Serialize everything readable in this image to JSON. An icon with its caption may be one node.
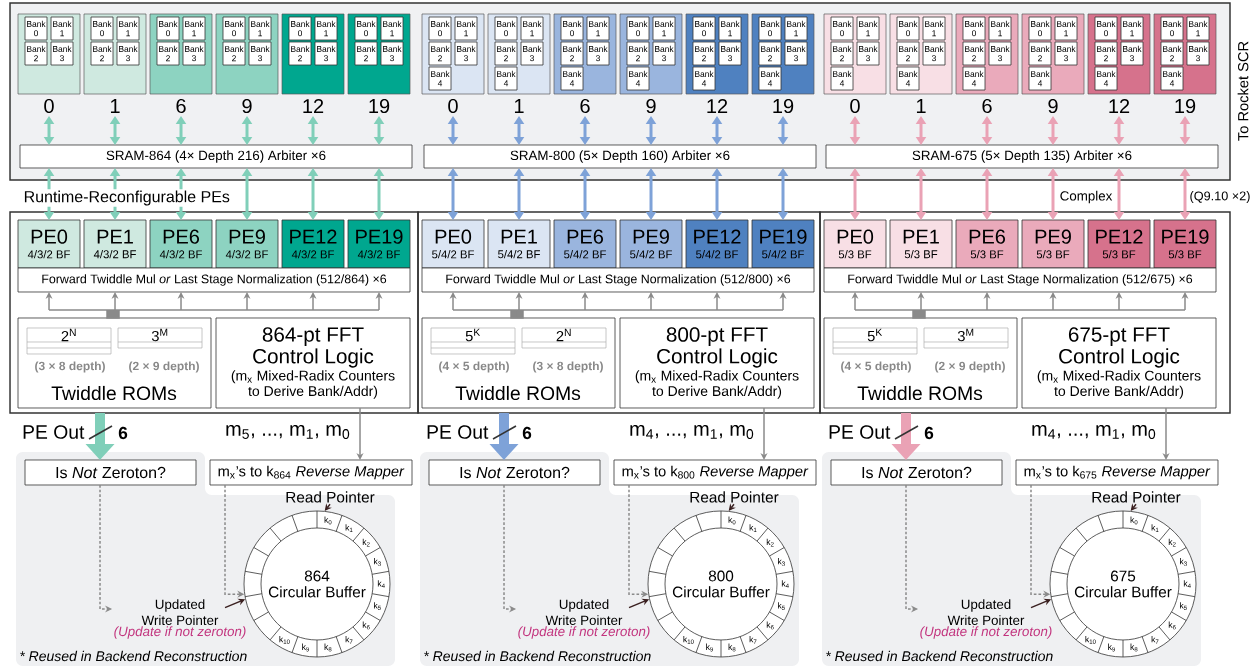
{
  "diagram": {
    "nodes": [
      {
        "text": [],
        "shape": "box",
        "beside": [
          "To Rocket SCR"
        ]
      },
      {
        "text": [],
        "shape": "box",
        "beside": [
          "0"
        ],
        "in": 0
      },
      {
        "text": [
          "Bank 0"
        ],
        "in": 1
      },
      {
        "text": [
          "Bank 1"
        ],
        "in": 1
      },
      {
        "text": [
          "Bank 2"
        ],
        "in": 1
      },
      {
        "text": [
          "Bank 3"
        ],
        "in": 1
      },
      {
        "text": [],
        "shape": "box",
        "beside": [
          "1"
        ],
        "in": 0
      },
      {
        "text": [
          "Bank 0"
        ],
        "in": 6
      },
      {
        "text": [
          "Bank 1"
        ],
        "in": 6
      },
      {
        "text": [
          "Bank 2"
        ],
        "in": 6
      },
      {
        "text": [
          "Bank 3"
        ],
        "in": 6
      },
      {
        "text": [],
        "shape": "box",
        "beside": [
          "6"
        ],
        "in": 0
      },
      {
        "text": [
          "Bank 0"
        ],
        "in": 11
      },
      {
        "text": [
          "Bank 1"
        ],
        "in": 11
      },
      {
        "text": [
          "Bank 2"
        ],
        "in": 11
      },
      {
        "text": [
          "Bank 3"
        ],
        "in": 11
      },
      {
        "text": [],
        "shape": "box",
        "beside": [
          "9"
        ],
        "in": 0
      },
      {
        "text": [
          "Bank 0"
        ],
        "in": 16
      },
      {
        "text": [
          "Bank 1"
        ],
        "in": 16
      },
      {
        "text": [
          "Bank 2"
        ],
        "in": 16
      },
      {
        "text": [
          "Bank 3"
        ],
        "in": 16
      },
      {
        "text": [],
        "shape": "box",
        "beside": [
          "12"
        ],
        "in": 0
      },
      {
        "text": [
          "Bank 0"
        ],
        "in": 21
      },
      {
        "text": [
          "Bank 1"
        ],
        "in": 21
      },
      {
        "text": [
          "Bank 2"
        ],
        "in": 21
      },
      {
        "text": [
          "Bank 3"
        ],
        "in": 21
      },
      {
        "text": [],
        "shape": "box",
        "beside": [
          "19"
        ],
        "in": 0
      },
      {
        "text": [
          "Bank 0"
        ],
        "in": 26
      },
      {
        "text": [
          "Bank 1"
        ],
        "in": 26
      },
      {
        "text": [
          "Bank 2"
        ],
        "in": 26
      },
      {
        "text": [
          "Bank 3"
        ],
        "in": 26
      },
      {
        "text": [
          "SRAM-864 (4× Depth 216) Arbiter ×6"
        ],
        "in": 0
      },
      {
        "text": [],
        "shape": "box",
        "beside": [
          "0"
        ],
        "in": 0
      },
      {
        "text": [
          "Bank 0"
        ],
        "in": 32
      },
      {
        "text": [
          "Bank 1"
        ],
        "in": 32
      },
      {
        "text": [
          "Bank 2"
        ],
        "in": 32
      },
      {
        "text": [
          "Bank 3"
        ],
        "in": 32
      },
      {
        "text": [
          "Bank 4"
        ],
        "in": 32
      },
      {
        "text": [],
        "shape": "box",
        "beside": [
          "1"
        ],
        "in": 0
      },
      {
        "text": [
          "Bank 0"
        ],
        "in": 38
      },
      {
        "text": [
          "Bank 1"
        ],
        "in": 38
      },
      {
        "text": [
          "Bank 2"
        ],
        "in": 38
      },
      {
        "text": [
          "Bank 3"
        ],
        "in": 38
      },
      {
        "text": [
          "Bank 4"
        ],
        "in": 38
      },
      {
        "text": [],
        "shape": "box",
        "beside": [
          "6"
        ],
        "in": 0
      },
      {
        "text": [
          "Bank 0"
        ],
        "in": 44
      },
      {
        "text": [
          "Bank 1"
        ],
        "in": 44
      },
      {
        "text": [
          "Bank 2"
        ],
        "in": 44
      },
      {
        "text": [
          "Bank 3"
        ],
        "in": 44
      },
      {
        "text": [
          "Bank 4"
        ],
        "in": 44
      },
      {
        "text": [],
        "shape": "box",
        "beside": [
          "9"
        ],
        "in": 0
      },
      {
        "text": [
          "Bank 0"
        ],
        "in": 50
      },
      {
        "text": [
          "Bank 1"
        ],
        "in": 50
      },
      {
        "text": [
          "Bank 2"
        ],
        "in": 50
      },
      {
        "text": [
          "Bank 3"
        ],
        "in": 50
      },
      {
        "text": [
          "Bank 4"
        ],
        "in": 50
      },
      {
        "text": [],
        "shape": "box",
        "beside": [
          "12"
        ],
        "in": 0
      },
      {
        "text": [
          "Bank 0"
        ],
        "in": 56
      },
      {
        "text": [
          "Bank 1"
        ],
        "in": 56
      },
      {
        "text": [
          "Bank 2"
        ],
        "in": 56
      },
      {
        "text": [
          "Bank 3"
        ],
        "in": 56
      },
      {
        "text": [
          "Bank 4"
        ],
        "in": 56
      },
      {
        "text": [],
        "shape": "box",
        "beside": [
          "19"
        ],
        "in": 0
      },
      {
        "text": [
          "Bank 0"
        ],
        "in": 62
      },
      {
        "text": [
          "Bank 1"
        ],
        "in": 62
      },
      {
        "text": [
          "Bank 2"
        ],
        "in": 62
      },
      {
        "text": [
          "Bank 3"
        ],
        "in": 62
      },
      {
        "text": [
          "Bank 4"
        ],
        "in": 62
      },
      {
        "text": [
          "SRAM-800 (5× Depth 160) Arbiter ×6"
        ],
        "in": 0
      },
      {
        "text": [],
        "shape": "box",
        "beside": [
          "0"
        ],
        "in": 0
      },
      {
        "text": [
          "Bank 0"
        ],
        "in": 69
      },
      {
        "text": [
          "Bank 1"
        ],
        "in": 69
      },
      {
        "text": [
          "Bank 2"
        ],
        "in": 69
      },
      {
        "text": [
          "Bank 3"
        ],
        "in": 69
      },
      {
        "text": [
          "Bank 4"
        ],
        "in": 69
      },
      {
        "text": [],
        "shape": "box",
        "beside": [
          "1"
        ],
        "in": 0
      },
      {
        "text": [
          "Bank 0"
        ],
        "in": 75
      },
      {
        "text": [
          "Bank 1"
        ],
        "in": 75
      },
      {
        "text": [
          "Bank 2"
        ],
        "in": 75
      },
      {
        "text": [
          "Bank 3"
        ],
        "in": 75
      },
      {
        "text": [
          "Bank 4"
        ],
        "in": 75
      },
      {
        "text": [],
        "shape": "box",
        "beside": [
          "6"
        ],
        "in": 0
      },
      {
        "text": [
          "Bank 0"
        ],
        "in": 81
      },
      {
        "text": [
          "Bank 1"
        ],
        "in": 81
      },
      {
        "text": [
          "Bank 2"
        ],
        "in": 81
      },
      {
        "text": [
          "Bank 3"
        ],
        "in": 81
      },
      {
        "text": [
          "Bank 4"
        ],
        "in": 81
      },
      {
        "text": [],
        "shape": "box",
        "beside": [
          "9"
        ],
        "in": 0
      },
      {
        "text": [
          "Bank 0"
        ],
        "in": 87
      },
      {
        "text": [
          "Bank 1"
        ],
        "in": 87
      },
      {
        "text": [
          "Bank 2"
        ],
        "in": 87
      },
      {
        "text": [
          "Bank 3"
        ],
        "in": 87
      },
      {
        "text": [
          "Bank 4"
        ],
        "in": 87
      },
      {
        "text": [],
        "shape": "box",
        "beside": [
          "12"
        ],
        "in": 0
      },
      {
        "text": [
          "Bank 0"
        ],
        "in": 93
      },
      {
        "text": [
          "Bank 1"
        ],
        "in": 93
      },
      {
        "text": [
          "Bank 2"
        ],
        "in": 93
      },
      {
        "text": [
          "Bank 3"
        ],
        "in": 93
      },
      {
        "text": [
          "Bank 4"
        ],
        "in": 93
      },
      {
        "text": [],
        "shape": "box",
        "beside": [
          "19"
        ],
        "in": 0
      },
      {
        "text": [
          "Bank 0"
        ],
        "in": 99
      },
      {
        "text": [
          "Bank 1"
        ],
        "in": 99
      },
      {
        "text": [
          "Bank 2"
        ],
        "in": 99
      },
      {
        "text": [
          "Bank 3"
        ],
        "in": 99
      },
      {
        "text": [
          "Bank 4"
        ],
        "in": 99
      },
      {
        "text": [
          "SRAM-675 (5× Depth 135) Arbiter ×6"
        ],
        "in": 0
      },
      {
        "text": [],
        "shape": "box"
      },
      {
        "text": [
          "PE0",
          "4/3/2 BF"
        ],
        "in": 106
      },
      {
        "text": [
          "PE1",
          "4/3/2 BF"
        ],
        "in": 106
      },
      {
        "text": [
          "PE6",
          "4/3/2 BF"
        ],
        "in": 106
      },
      {
        "text": [
          "PE9",
          "4/3/2 BF"
        ],
        "in": 106
      },
      {
        "text": [
          "PE12",
          "4/3/2 BF"
        ],
        "in": 106
      },
      {
        "text": [
          "PE19",
          "4/3/2 BF"
        ],
        "in": 106
      },
      {
        "text": [
          "Forward Twiddle Mul *or* Last Stage Normalization (512/864) ×6"
        ],
        "in": 106
      },
      {
        "text": [
          "(3 × 8 depth)",
          "(2 × 9 depth)",
          "Twiddle ROMs"
        ],
        "in": 106
      },
      {
        "text": [
          "2$^{N}$"
        ],
        "in": 114
      },
      {
        "text": [
          "3$^{M}$"
        ],
        "in": 114
      },
      {
        "text": [
          "864-pt FFT Control Logic",
          "(m$_{x}$ Mixed-Radix Counters to Derive Bank/Addr)"
        ],
        "in": 106
      },
      {
        "text": [],
        "shape": "box"
      },
      {
        "text": [
          "PE0",
          "5/4/2 BF"
        ],
        "in": 118
      },
      {
        "text": [
          "PE1",
          "5/4/2 BF"
        ],
        "in": 118
      },
      {
        "text": [
          "PE6",
          "5/4/2 BF"
        ],
        "in": 118
      },
      {
        "text": [
          "PE9",
          "5/4/2 BF"
        ],
        "in": 118
      },
      {
        "text": [
          "PE12",
          "5/4/2 BF"
        ],
        "in": 118
      },
      {
        "text": [
          "PE19",
          "5/4/2 BF"
        ],
        "in": 118
      },
      {
        "text": [
          "Forward Twiddle Mul *or* Last Stage Normalization (512/800) ×6"
        ],
        "in": 118
      },
      {
        "text": [
          "(4 × 5 depth)",
          "(3 × 8 depth)",
          "Twiddle ROMs"
        ],
        "in": 118
      },
      {
        "text": [
          "5$^{K}$"
        ],
        "in": 126
      },
      {
        "text": [
          "2$^{N}$"
        ],
        "in": 126
      },
      {
        "text": [
          "800-pt FFT Control Logic",
          "(m$_{x}$ Mixed-Radix Counters to Derive Bank/Addr)"
        ],
        "in": 118
      },
      {
        "text": [],
        "shape": "box"
      },
      {
        "text": [
          "PE0",
          "5/3 BF"
        ],
        "in": 130
      },
      {
        "text": [
          "PE1",
          "5/3 BF"
        ],
        "in": 130
      },
      {
        "text": [
          "PE6",
          "5/3 BF"
        ],
        "in": 130
      },
      {
        "text": [
          "PE9",
          "5/3 BF"
        ],
        "in": 130
      },
      {
        "text": [
          "PE12",
          "5/3 BF"
        ],
        "in": 130
      },
      {
        "text": [
          "PE19",
          "5/3 BF"
        ],
        "in": 130
      },
      {
        "text": [
          "Forward Twiddle Mul *or* Last Stage Normalization (512/675) ×6"
        ],
        "in": 130
      },
      {
        "text": [
          "(4 × 5 depth)",
          "(2 × 9 depth)",
          "Twiddle ROMs"
        ],
        "in": 130
      },
      {
        "text": [
          "5$^{K}$"
        ],
        "in": 138
      },
      {
        "text": [
          "3$^{M}$"
        ],
        "in": 138
      },
      {
        "text": [
          "675-pt FFT Control Logic",
          "(m$_{x}$ Mixed-Radix Counters to Derive Bank/Addr)"
        ],
        "in": 130
      },
      {
        "text": [
          "* Reused in Backend Reconstruction"
        ]
      },
      {
        "text": [
          "Is *Not* Zeroton?"
        ],
        "in": 142
      },
      {
        "text": [
          "m$_{x}$’s to k$_{864}$ *Reverse Mapper*"
        ]
      },
      {
        "text": [
          "Read Pointer"
        ],
        "in": 142
      },
      {
        "text": [
          "864",
          "Circular Buffer"
        ],
        "in": 142
      },
      {
        "text": [
          "Updated Write Pointer",
          "(Update if not zeroton)"
        ],
        "in": 142
      },
      {
        "text": [
          "* Reused in Backend Reconstruction"
        ]
      },
      {
        "text": [
          "Is *Not* Zeroton?"
        ],
        "in": 148
      },
      {
        "text": [
          "m$_{x}$’s to k$_{800}$ *Reverse Mapper*"
        ]
      },
      {
        "text": [
          "Read Pointer"
        ],
        "in": 148
      },
      {
        "text": [
          "800",
          "Circular Buffer"
        ],
        "in": 148
      },
      {
        "text": [
          "Updated Write Pointer",
          "(Update if not zeroton)"
        ],
        "in": 148
      },
      {
        "text": [
          "* Reused in Backend Reconstruction"
        ]
      },
      {
        "text": [
          "Is *Not* Zeroton?"
        ],
        "in": 154
      },
      {
        "text": [
          "m$_{x}$’s to k$_{675}$ *Reverse Mapper*"
        ]
      },
      {
        "text": [
          "Read Pointer"
        ],
        "in": 154
      },
      {
        "text": [
          "675",
          "Circular Buffer"
        ],
        "in": 154
      },
      {
        "text": [
          "Updated Write Pointer",
          "(Update if not zeroton)"
        ],
        "in": 154
      }
    ],
    "edges": [
      {
        "from": 1,
        "to": 31,
        "arrow": "both",
        "color": "#80cfb9"
      },
      {
        "from": 6,
        "to": 31,
        "arrow": "both",
        "color": "#80cfb9"
      },
      {
        "from": 11,
        "to": 31,
        "arrow": "both",
        "color": "#80cfb9"
      },
      {
        "from": 16,
        "to": 31,
        "arrow": "both",
        "color": "#80cfb9"
      },
      {
        "from": 21,
        "to": 31,
        "arrow": "both",
        "color": "#80cfb9"
      },
      {
        "from": 26,
        "to": 31,
        "arrow": "both",
        "color": "#80cfb9"
      },
      {
        "from": 31,
        "to": 107,
        "arrow": "both",
        "color": "#80cfb9"
      },
      {
        "from": 31,
        "to": 108,
        "arrow": "both",
        "color": "#80cfb9"
      },
      {
        "from": 31,
        "to": 109,
        "arrow": "both",
        "color": "#80cfb9"
      },
      {
        "from": 31,
        "to": 110,
        "arrow": "both",
        "color": "#80cfb9"
      },
      {
        "from": 31,
        "to": 111,
        "arrow": "both",
        "color": "#80cfb9"
      },
      {
        "from": 31,
        "to": 112,
        "arrow": "both",
        "color": "#80cfb9"
      },
      {
        "from": 114,
        "to": 113,
        "arrow": "to",
        "color": "#8a8a8a"
      },
      {
        "from": 106,
        "to": 143,
        "arrow": "to",
        "style": "thick",
        "color": "#80cfb9",
        "label": "PE Out"
      },
      {
        "from": 117,
        "to": 144,
        "arrow": "to",
        "color": "#8a8a8a",
        "label": "m$_{5}$, ..., m$_{1}$, m$_{0}$"
      },
      {
        "from": 143,
        "to": 147,
        "arrow": "to",
        "style": "dashed",
        "color": "#8a8a8a"
      },
      {
        "from": 144,
        "to": 146,
        "arrow": "to",
        "style": "dashed",
        "color": "#8a8a8a"
      },
      {
        "from": 147,
        "to": 146,
        "arrow": "to",
        "color": "#3a2020"
      },
      {
        "from": 145,
        "to": 146,
        "arrow": "to",
        "color": "#3a2020"
      },
      {
        "from": 32,
        "to": 68,
        "arrow": "both",
        "color": "#7ea2d8"
      },
      {
        "from": 38,
        "to": 68,
        "arrow": "both",
        "color": "#7ea2d8"
      },
      {
        "from": 44,
        "to": 68,
        "arrow": "both",
        "color": "#7ea2d8"
      },
      {
        "from": 50,
        "to": 68,
        "arrow": "both",
        "color": "#7ea2d8"
      },
      {
        "from": 56,
        "to": 68,
        "arrow": "both",
        "color": "#7ea2d8"
      },
      {
        "from": 62,
        "to": 68,
        "arrow": "both",
        "color": "#7ea2d8"
      },
      {
        "from": 68,
        "to": 119,
        "arrow": "both",
        "color": "#7ea2d8"
      },
      {
        "from": 68,
        "to": 120,
        "arrow": "both",
        "color": "#7ea2d8"
      },
      {
        "from": 68,
        "to": 121,
        "arrow": "both",
        "color": "#7ea2d8"
      },
      {
        "from": 68,
        "to": 122,
        "arrow": "both",
        "color": "#7ea2d8"
      },
      {
        "from": 68,
        "to": 123,
        "arrow": "both",
        "color": "#7ea2d8"
      },
      {
        "from": 68,
        "to": 124,
        "arrow": "both",
        "color": "#7ea2d8"
      },
      {
        "from": 126,
        "to": 125,
        "arrow": "to",
        "color": "#8a8a8a"
      },
      {
        "from": 118,
        "to": 149,
        "arrow": "to",
        "style": "thick",
        "color": "#7ea2d8",
        "label": "PE Out"
      },
      {
        "from": 129,
        "to": 150,
        "arrow": "to",
        "color": "#8a8a8a",
        "label": "m$_{4}$, ..., m$_{1}$, m$_{0}$"
      },
      {
        "from": 149,
        "to": 153,
        "arrow": "to",
        "style": "dashed",
        "color": "#8a8a8a"
      },
      {
        "from": 150,
        "to": 152,
        "arrow": "to",
        "style": "dashed",
        "color": "#8a8a8a"
      },
      {
        "from": 153,
        "to": 152,
        "arrow": "to",
        "color": "#3a2020"
      },
      {
        "from": 151,
        "to": 152,
        "arrow": "to",
        "color": "#3a2020"
      },
      {
        "from": 69,
        "to": 105,
        "arrow": "both",
        "color": "#eaa2b5"
      },
      {
        "from": 75,
        "to": 105,
        "arrow": "both",
        "color": "#eaa2b5"
      },
      {
        "from": 81,
        "to": 105,
        "arrow": "both",
        "color": "#eaa2b5"
      },
      {
        "from": 87,
        "to": 105,
        "arrow": "both",
        "color": "#eaa2b5"
      },
      {
        "from": 93,
        "to": 105,
        "arrow": "both",
        "color": "#eaa2b5"
      },
      {
        "from": 99,
        "to": 105,
        "arrow": "both",
        "color": "#eaa2b5"
      },
      {
        "from": 105,
        "to": 131,
        "arrow": "both",
        "color": "#eaa2b5"
      },
      {
        "from": 105,
        "to": 132,
        "arrow": "both",
        "color": "#eaa2b5"
      },
      {
        "from": 105,
        "to": 133,
        "arrow": "both",
        "color": "#eaa2b5"
      },
      {
        "from": 105,
        "to": 134,
        "arrow": "both",
        "color": "#eaa2b5"
      },
      {
        "from": 105,
        "to": 135,
        "arrow": "both",
        "color": "#eaa2b5"
      },
      {
        "from": 105,
        "to": 136,
        "arrow": "both",
        "color": "#eaa2b5"
      },
      {
        "from": 138,
        "to": 137,
        "arrow": "to",
        "color": "#8a8a8a"
      },
      {
        "from": 130,
        "to": 155,
        "arrow": "to",
        "style": "thick",
        "color": "#eaa2b5",
        "label": "PE Out"
      },
      {
        "from": 141,
        "to": 156,
        "arrow": "to",
        "color": "#8a8a8a",
        "label": "m$_{4}$, ..., m$_{1}$, m$_{0}$"
      },
      {
        "from": 155,
        "to": 159,
        "arrow": "to",
        "style": "dashed",
        "color": "#8a8a8a"
      },
      {
        "from": 156,
        "to": 158,
        "arrow": "to",
        "style": "dashed",
        "color": "#8a8a8a"
      },
      {
        "from": 159,
        "to": 158,
        "arrow": "to",
        "color": "#3a2020"
      },
      {
        "from": 157,
        "to": 158,
        "arrow": "to",
        "color": "#3a2020"
      }
    ],
    "labels": [
      "Runtime-Reconfigurable PEs",
      "Complex",
      "(Q9.10 ×2)",
      "6",
      "k$_{0}$",
      "k$_{1}$",
      "k$_{2}$",
      "k$_{3}$",
      "k$_{4}$",
      "k$_{5}$",
      "k$_{6}$",
      "k$_{7}$",
      "k$_{8}$",
      "k$_{9}$",
      "k$_{10}$",
      "6",
      "k$_{0}$",
      "k$_{1}$",
      "k$_{2}$",
      "k$_{3}$",
      "k$_{4}$",
      "k$_{5}$",
      "k$_{6}$",
      "k$_{7}$",
      "k$_{8}$",
      "k$_{9}$",
      "k$_{10}$",
      "6",
      "k$_{0}$",
      "k$_{1}$",
      "k$_{2}$",
      "k$_{3}$",
      "k$_{4}$",
      "k$_{5}$",
      "k$_{6}$",
      "k$_{7}$",
      "k$_{8}$",
      "k$_{9}$",
      "k$_{10}$"
    ]
  }
}
